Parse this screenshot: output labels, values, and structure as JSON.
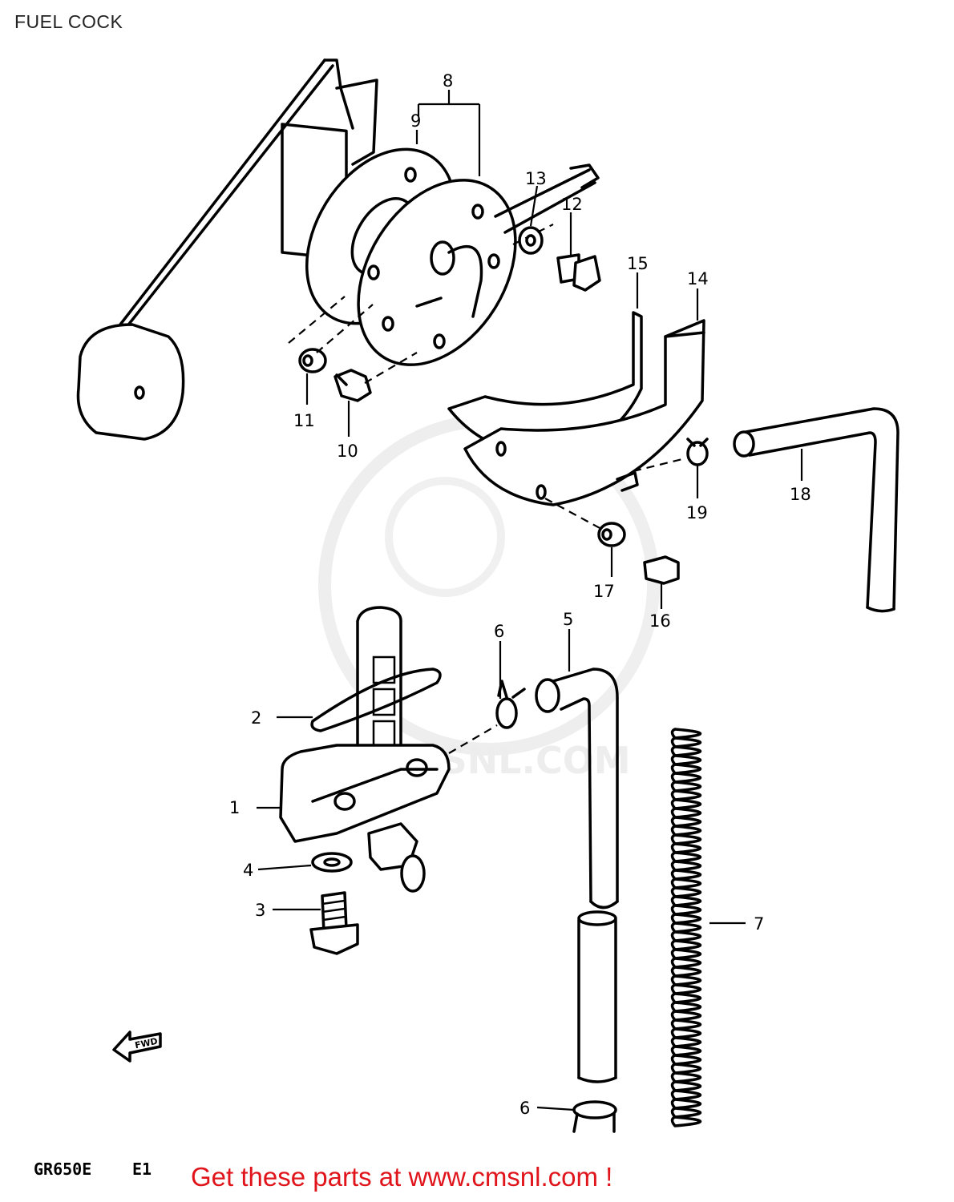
{
  "page": {
    "title": "FUEL COCK"
  },
  "diagram": {
    "model_code": "GR650E",
    "region_code": "E1",
    "fwd_label": "FWD",
    "watermark_text": "CMSNL.COM",
    "callouts": {
      "p1": "1",
      "p2": "2",
      "p3": "3",
      "p4": "4",
      "p5": "5",
      "p6a": "6",
      "p6b": "6",
      "p7": "7",
      "p8": "8",
      "p9": "9",
      "p10": "10",
      "p11": "11",
      "p12": "12",
      "p13": "13",
      "p14": "14",
      "p15": "15",
      "p16": "16",
      "p17": "17",
      "p18": "18",
      "p19": "19"
    }
  },
  "footer": {
    "cta": "Get these parts at www.cmsnl.com !"
  },
  "colors": {
    "cta": "#e0141b",
    "line": "#000000",
    "watermark": "#ececec"
  }
}
